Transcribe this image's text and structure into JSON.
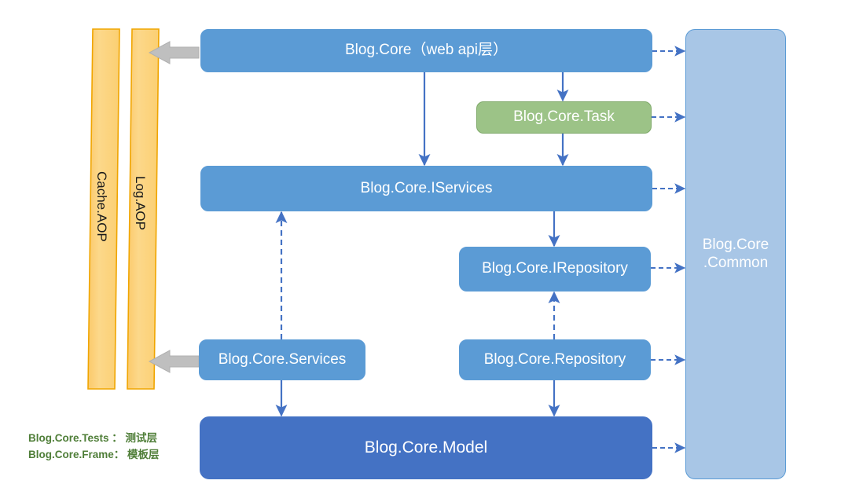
{
  "diagram": {
    "title": "Blog.Core architecture layer diagram",
    "colors": {
      "blue": "#5b9bd5",
      "green": "#9cc387",
      "model_blue": "#4472c4",
      "common_blue": "#a8c6e6",
      "aop_yellow": "#fcd77f",
      "aop_border": "#f0a500",
      "arrow_blue": "#4472c4",
      "arrow_gray": "#bfbfbf",
      "legend_green": "#4f7e38",
      "background": "#ffffff"
    }
  },
  "nodes": {
    "web_api": {
      "label": "Blog.Core（web api层）"
    },
    "task": {
      "label": "Blog.Core.Task"
    },
    "iservices": {
      "label": "Blog.Core.IServices"
    },
    "irepository": {
      "label": "Blog.Core.IRepository"
    },
    "services": {
      "label": "Blog.Core.Services"
    },
    "repository": {
      "label": "Blog.Core.Repository"
    },
    "model": {
      "label": "Blog.Core.Model"
    },
    "common": {
      "line1": "Blog.Core",
      "line2": ".Common"
    }
  },
  "aop_bars": {
    "cache": {
      "label": "Cache.AOP"
    },
    "log": {
      "label": "Log.AOP"
    }
  },
  "legend": {
    "rows": [
      {
        "text": "Blog.Core.Tests ： 测试层"
      },
      {
        "text": "Blog.Core.Frame： 模板层"
      }
    ]
  }
}
